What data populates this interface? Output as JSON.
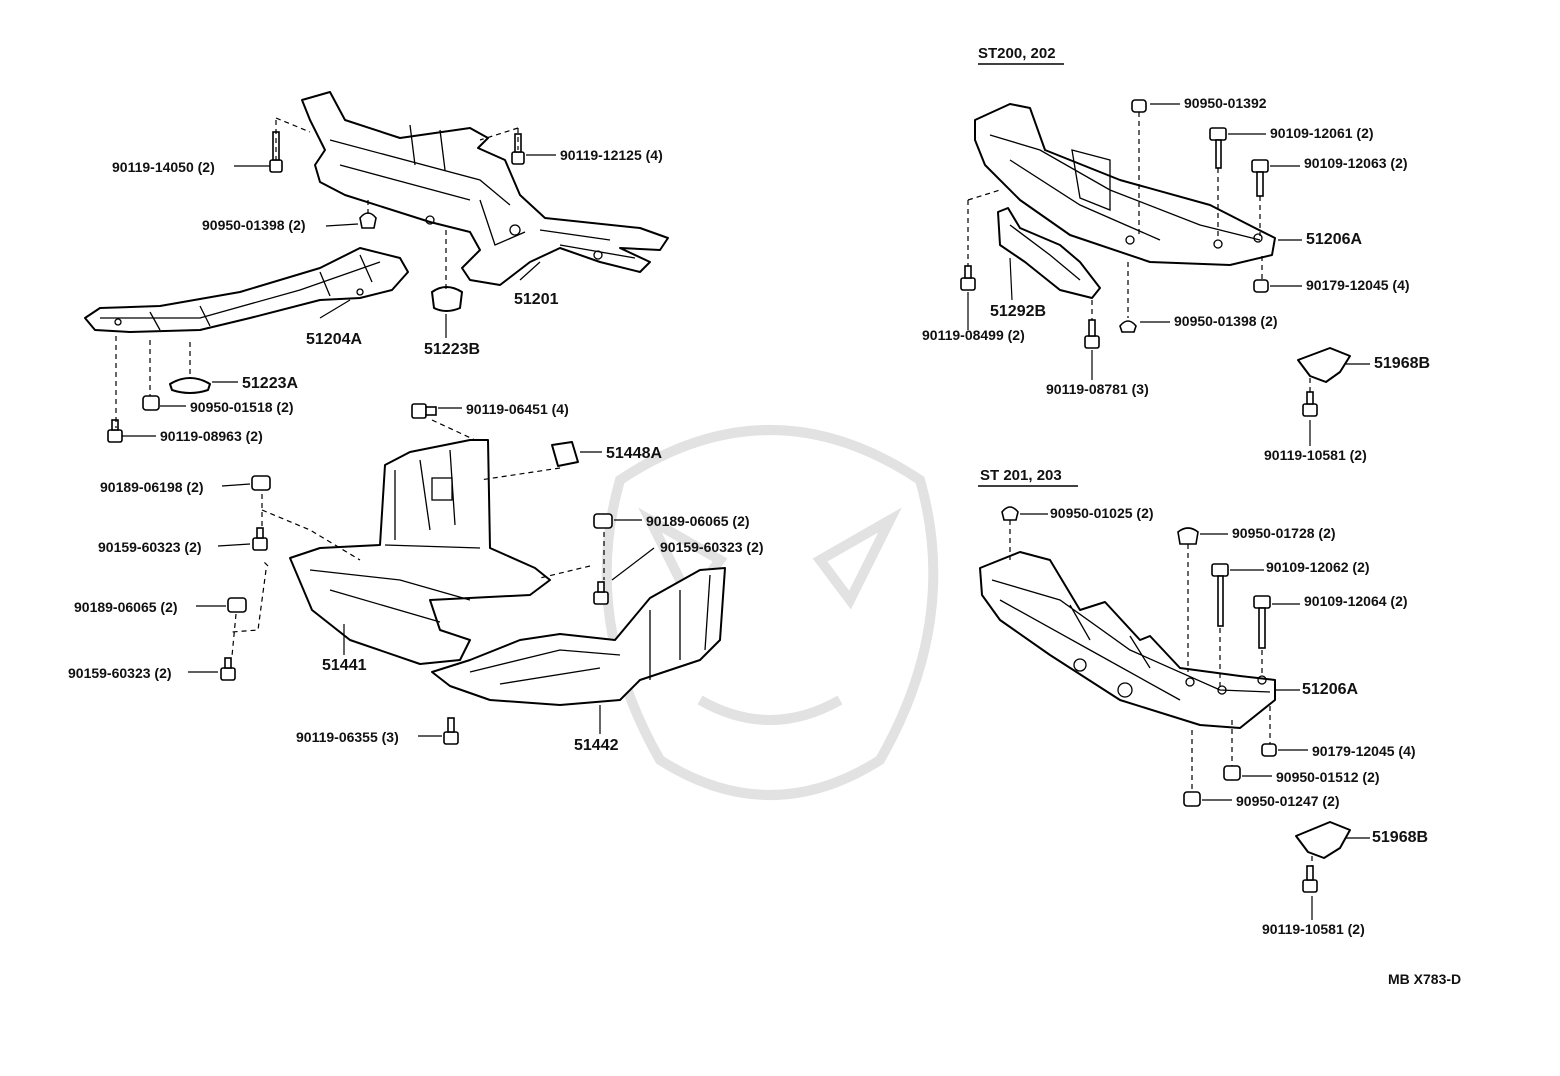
{
  "sections": {
    "st200": "ST200, 202",
    "st201": "ST 201, 203"
  },
  "diagram_code": "MB X783-D",
  "left": {
    "p_51201": "51201",
    "p_51204A": "51204A",
    "p_51223B": "51223B",
    "p_51223A": "51223A",
    "p_51441": "51441",
    "p_51442": "51442",
    "p_51448A": "51448A",
    "f_90119_14050": "90119-14050 (2)",
    "f_90119_12125": "90119-12125 (4)",
    "f_90950_01398": "90950-01398 (2)",
    "f_90950_01518": "90950-01518 (2)",
    "f_90119_08963": "90119-08963 (2)",
    "f_90119_06451": "90119-06451 (4)",
    "f_90189_06198": "90189-06198 (2)",
    "f_90159_60323_a": "90159-60323 (2)",
    "f_90189_06065_a": "90189-06065 (2)",
    "f_90159_60323_b": "90159-60323 (2)",
    "f_90189_06065_b": "90189-06065 (2)",
    "f_90159_60323_c": "90159-60323 (2)",
    "f_90119_06355": "90119-06355 (3)"
  },
  "right_top": {
    "f_90950_01392": "90950-01392",
    "f_90109_12061": "90109-12061 (2)",
    "f_90109_12063": "90109-12063 (2)",
    "p_51206A": "51206A",
    "f_90179_12045": "90179-12045 (4)",
    "f_90950_01398": "90950-01398 (2)",
    "p_51292B": "51292B",
    "f_90119_08499": "90119-08499 (2)",
    "f_90119_08781": "90119-08781 (3)",
    "p_51968B": "51968B",
    "f_90119_10581": "90119-10581 (2)"
  },
  "right_bottom": {
    "f_90950_01025": "90950-01025 (2)",
    "f_90950_01728": "90950-01728 (2)",
    "f_90109_12062": "90109-12062 (2)",
    "f_90109_12064": "90109-12064 (2)",
    "p_51206A": "51206A",
    "f_90179_12045": "90179-12045 (4)",
    "f_90950_01512": "90950-01512 (2)",
    "f_90950_01247": "90950-01247 (2)",
    "p_51968B": "51968B",
    "f_90119_10581": "90119-10581 (2)"
  }
}
